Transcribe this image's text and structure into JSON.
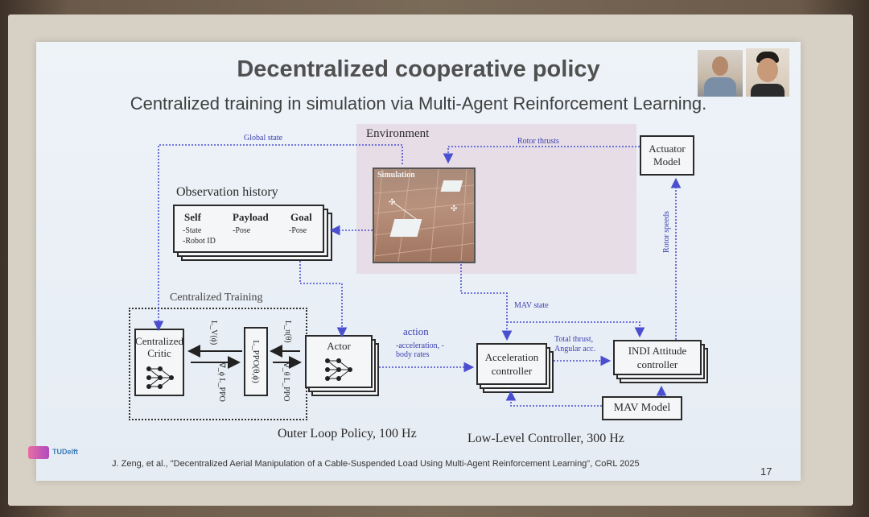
{
  "slide": {
    "title": "Decentralized cooperative policy",
    "subtitle": "Centralized training in simulation via Multi-Agent Reinforcement Learning.",
    "page_number": "17",
    "citation": "J. Zeng, et al., \"Decentralized Aerial Manipulation of a Cable-Suspended Load Using Multi-Agent Reinforcement Learning\", CoRL 2025",
    "logo_left_text": "TUDelft"
  },
  "diagram": {
    "environment_label": "Environment",
    "simulation_label": "Simulation",
    "global_state_label": "Global state",
    "rotor_thrusts_label": "Rotor thrusts",
    "actuator_model_label": "Actuator Model",
    "observation_history_label": "Observation history",
    "obs_columns": [
      {
        "header": "Self",
        "items": [
          "-State",
          "-Robot ID"
        ]
      },
      {
        "header": "Payload",
        "items": [
          "-Pose"
        ]
      },
      {
        "header": "Goal",
        "items": [
          "-Pose"
        ]
      }
    ],
    "centralized_training_label": "Centralized Training",
    "critic_label": "Centralized Critic",
    "actor_label": "Actor",
    "action_label": "action",
    "action_items": "-acceleration, -body rates",
    "mav_state_label": "MAV state",
    "rotor_speeds_label": "Rotor speeds",
    "total_thrust_label": "Total thrust, Angular acc.",
    "accel_controller_label": "Acceleration controller",
    "indi_label": "INDI Attitude controller",
    "mav_model_label": "MAV Model",
    "outer_loop_label": "Outer Loop Policy, 100 Hz",
    "low_level_label": "Low-Level Controller, 300 Hz",
    "loss_critic_label": "L_V(ϕ)",
    "loss_ppo_label": "L_PPO(θ,ϕ)",
    "loss_actor_label": "L_π(θ)",
    "grad_critic_label": "∇_ϕ L_PPO",
    "grad_actor_label": "∇_θ L_PPO"
  },
  "colors": {
    "arrow_blue": "#4a4fd0",
    "box_border": "#2a2a2a",
    "env_panel": "#e6dde6"
  }
}
